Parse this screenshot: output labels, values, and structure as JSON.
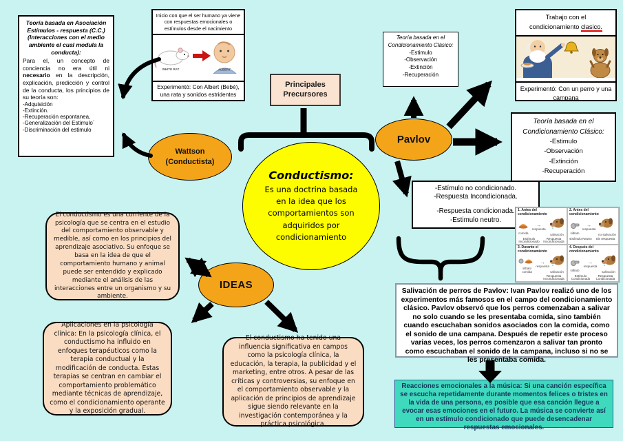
{
  "palette": {
    "background": "#c8f3f1",
    "node_orange": "#f4a418",
    "node_yellow": "#fdfd00",
    "box_peach": "#fadcc2",
    "box_teal": "#3fd9be",
    "text_navy": "#17365d",
    "arrow_black": "#000000",
    "misspell_red": "#e00000"
  },
  "left_theory": {
    "title": "Teoría basada en Asociación Estímulos - respuesta (C.C.) (Interacciones con el medio ambiente el cual modula la conducta):",
    "body_pre": "Para el, un concepto de conciencia no era útil ni ",
    "body_bold": "necesario",
    "body_post": " en la descripción, explicación, predicción y control de la conducta, los principios de su teoría son:",
    "items": [
      "-Adquisición",
      "-Extinción.",
      "-Recuperación espontanea,",
      "-Generalización del Estimulo´",
      "-Discriminación del estimulo"
    ]
  },
  "albert": {
    "header": "Inicio con que el ser humano ya viene con respuestas emocionales o estímulos desde el nacimiento",
    "rat_label": "WHITE RAT",
    "baby_label": "ALBERT",
    "footer": "Experimentó: Con Albert (Bebé), una rata y sonidos estridentes"
  },
  "precursores": {
    "label": "Principales Precursores"
  },
  "top_teoria": {
    "title": "Teoría basada en el Condicionamiento Clásico:",
    "items": [
      "-Estimulo",
      "-Observación",
      "-Extinción",
      "-Recuperación"
    ]
  },
  "pavlov_work": {
    "header_line1": "Trabajo con el",
    "header_line2a": "condicionamiento ",
    "header_line2b": "clasico.",
    "footer": "Experimentó: Con un perro y una campana"
  },
  "right_teoria": {
    "title": "Teoría basada en el Condicionamiento Clásico:",
    "items": [
      "-Estimulo",
      "-Observación",
      "-Extinción",
      "-Recuperación"
    ]
  },
  "wattson": {
    "line1": "Wattson",
    "line2": "(Conductista)"
  },
  "pavlov": {
    "label": "Pavlov"
  },
  "conductismo": {
    "title": "Conductismo:",
    "body": "Es una doctrina basada en la idea que los comportamientos son adquiridos por condicionamiento"
  },
  "estimulo": {
    "lines": [
      "-Estímulo no condicionado.",
      "-Respuesta Incondicionada.",
      "",
      "-Respuesta condicionada.",
      "-Estimulo neutro."
    ]
  },
  "ideas": {
    "label": "IDEAS"
  },
  "corriente": {
    "text": "El conductismo es una corriente de la psicología que se centra en el estudio del comportamiento observable y medible, así como en los principios del aprendizaje asociativo. Su enfoque se basa en la idea de que el comportamiento humano y animal puede ser entendido y explicado mediante el análisis de las interacciones entre un organismo y su ambiente."
  },
  "aplicaciones": {
    "text": "Aplicaciones en la psicología clínica: En la psicología clínica, el conductismo ha influido en enfoques terapéuticos como la terapia conductual y la modificación de conducta. Estas terapias se centran en cambiar el comportamiento problemático mediante técnicas de aprendizaje, como el condicionamiento operante y la exposición gradual."
  },
  "influencia": {
    "text": "El conductismo ha tenido una influencia significativa en campos como la psicología clínica, la educación, la terapia, la publicidad y el marketing, entre otros. A pesar de las críticas y controversias, su enfoque en el comportamiento observable y la aplicación de principios de aprendizaje sigue siendo relevante en la investigación contemporánea y la práctica psicológica."
  },
  "salivacion": {
    "text": "Salivación de perros de Pavlov: Ivan Pavlov realizó uno de los experimentos más famosos en el campo del condicionamiento clásico. Pavlov observó que los perros comenzaban a salivar no solo cuando se les presentaba comida, sino también cuando escuchaban sonidos asociados con la comida, como el sonido de una campana. Después de repetir este proceso varias veces, los perros comenzaron a salivar tan pronto como escuchaban el sonido de la campana, incluso si no se les presentaba comida."
  },
  "reacciones": {
    "text": "Reacciones emocionales a la música: Si una canción específica se escucha repetidamente durante momentos felices o tristes en la vida de una persona, es posible que esa canción llegue a evocar esas emociones en el futuro. La música se convierte así en un estímulo condicionado que puede desencadenar respuestas emocionales."
  },
  "dog_panels": {
    "panels": [
      {
        "caption": "1. Antes del condicionamiento",
        "left_label": "comida",
        "mid_label": "respuesta",
        "right_label": "salivación",
        "bottom_left": "Estímulo Incondicionado",
        "bottom_right": "Respuesta Incondicionada"
      },
      {
        "caption": "2. Antes del condicionamiento",
        "left_label": "silbato",
        "mid_label": "respuesta",
        "right_label": "no salivación",
        "bottom_left": "Estímulo Neutro",
        "bottom_right": "Sin respuesta"
      },
      {
        "caption": "3. Durante el condicionamiento",
        "left_label": "silbato comida",
        "mid_label": "respuesta",
        "right_label": "salivación",
        "bottom_left": "",
        "bottom_right": "Respuesta Incondicionada"
      },
      {
        "caption": "4. Después del condicionamiento",
        "left_label": "silbato",
        "mid_label": "respuesta",
        "right_label": "salivación",
        "bottom_left": "Estímulo Condicionado",
        "bottom_right": "Respuesta Condicionada"
      }
    ]
  }
}
